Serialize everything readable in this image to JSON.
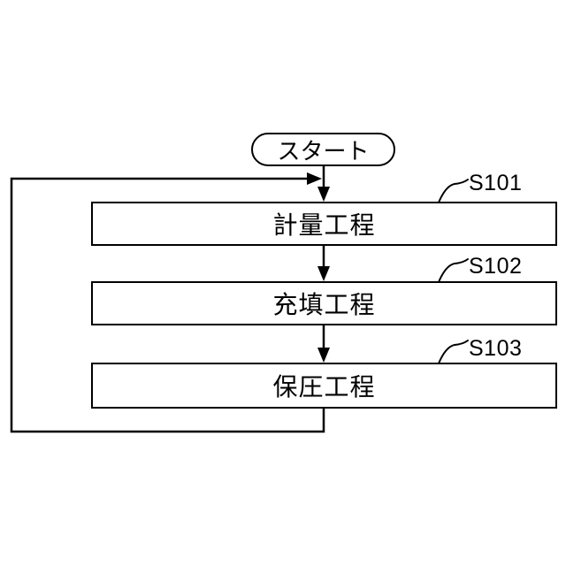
{
  "figure": {
    "type": "flowchart",
    "background_color": "#ffffff",
    "line_color": "#000000",
    "box_fill_color": "#ffffff",
    "start": {
      "label": "スタート"
    },
    "steps": [
      {
        "id": "S101",
        "label": "計量工程"
      },
      {
        "id": "S102",
        "label": "充填工程"
      },
      {
        "id": "S103",
        "label": "保圧工程"
      }
    ],
    "flow": "start -> S101 -> S102 -> S103 -> loop back to start junction"
  }
}
